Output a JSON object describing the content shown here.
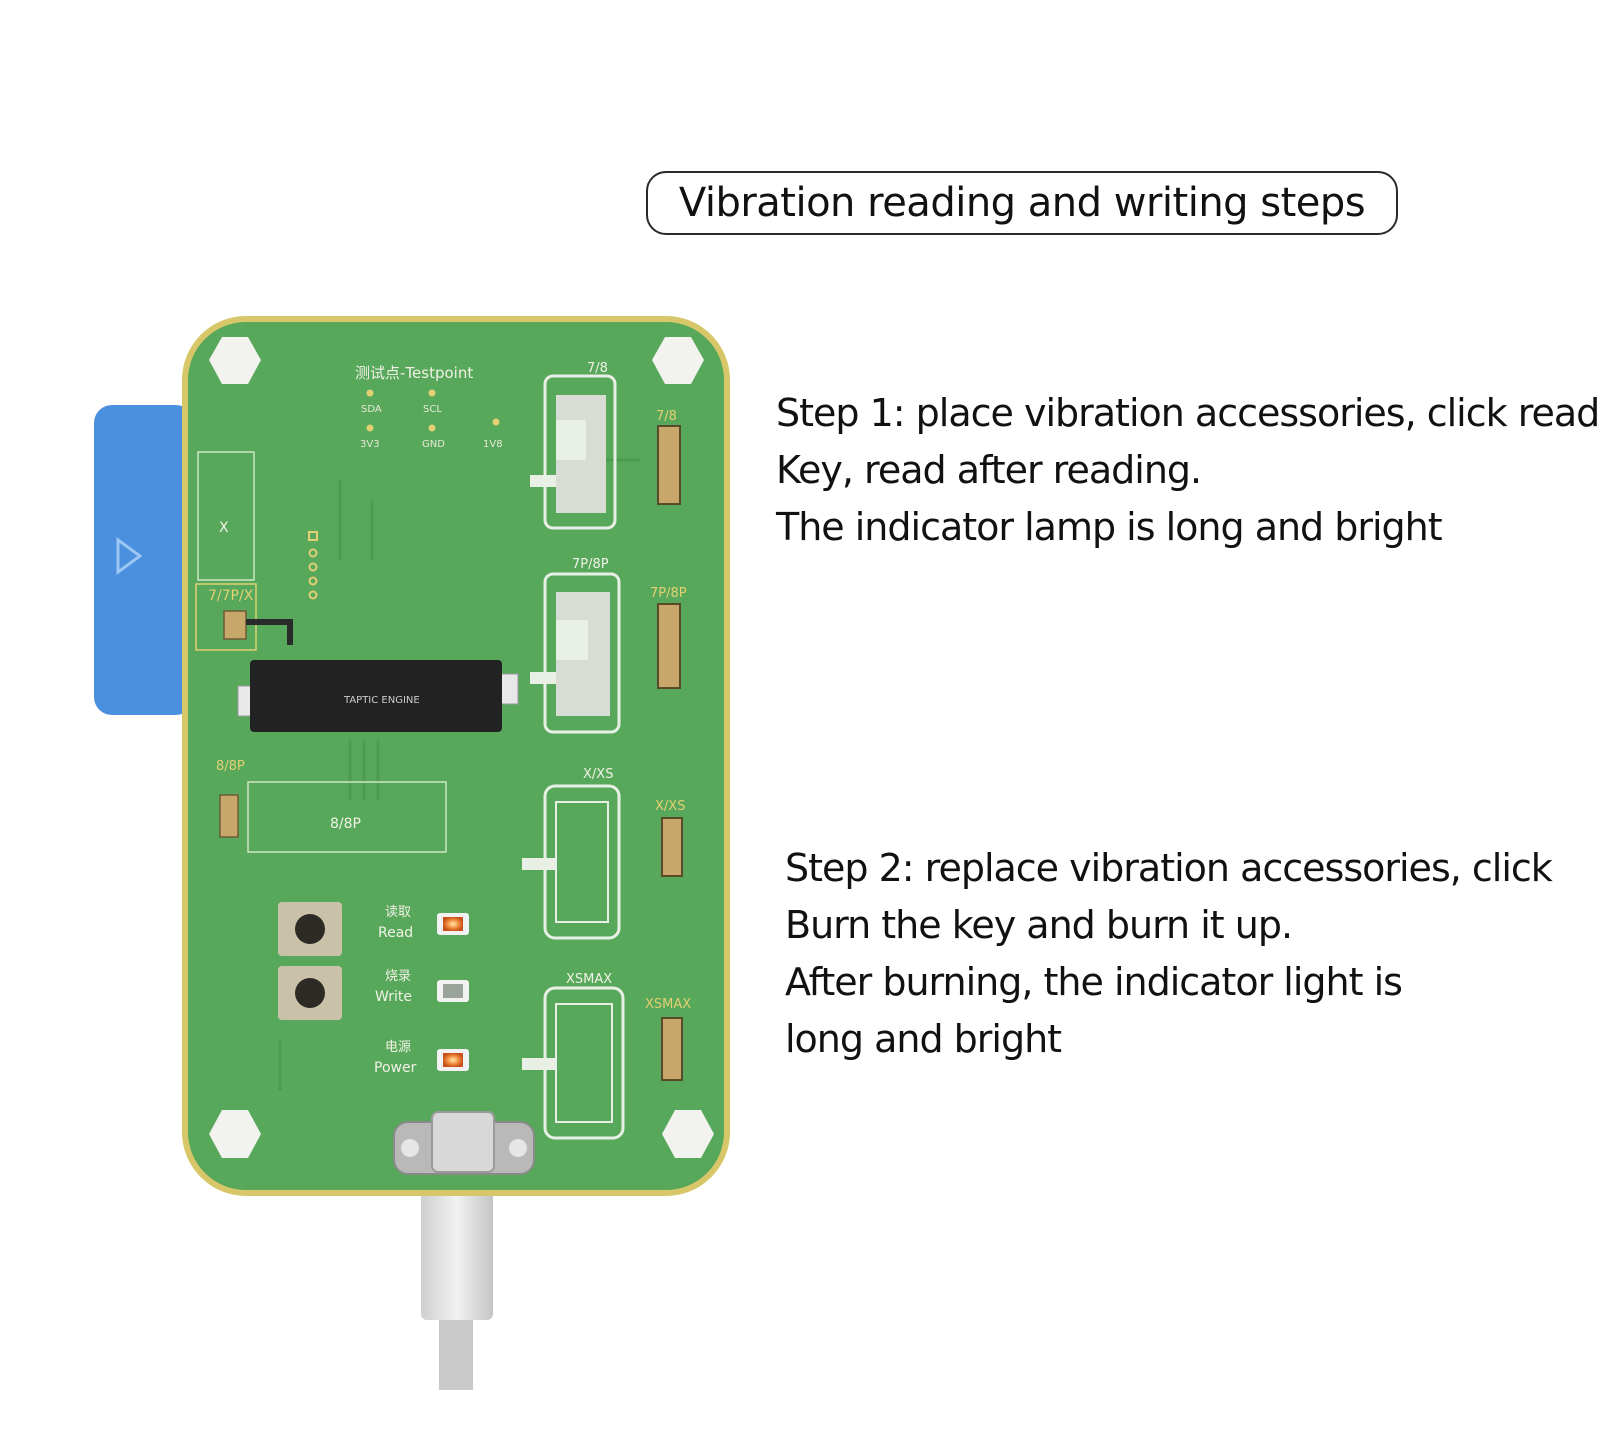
{
  "title": "Vibration reading and writing steps",
  "steps": {
    "step1": [
      "Step 1: place vibration accessories, click read",
      "Key, read after reading.",
      "The indicator lamp is long and bright"
    ],
    "step2": [
      "Step 2: replace vibration accessories, click",
      "Burn the key and burn it up.",
      "After burning, the indicator light is",
      "long and bright"
    ]
  },
  "board": {
    "testpoint_title": "测试点-Testpoint",
    "testpoint_labels": [
      "SDA",
      "SCL",
      "3V3",
      "GND",
      "1V8"
    ],
    "slot_7_8": "7/8",
    "slot_7p_8p": "7P/8P",
    "slot_x_xs": "X/XS",
    "slot_xsmax": "XSMAX",
    "slot_x": "X",
    "slot_7_7p_x": "7/7P/X",
    "slot_8_8p": "8/8P",
    "engine_label": "TAPTIC ENGINE",
    "read_cn": "读取",
    "read_en": "Read",
    "write_cn": "烧录",
    "write_en": "Write",
    "power_cn": "电源",
    "power_en": "Power"
  },
  "colors": {
    "pcb_green": "#57a85a",
    "pcb_edge": "#d8c769",
    "silkscreen_gold": "#e3cf74",
    "blue_tab": "#4a90df",
    "led_lit": "#f08a3c"
  }
}
